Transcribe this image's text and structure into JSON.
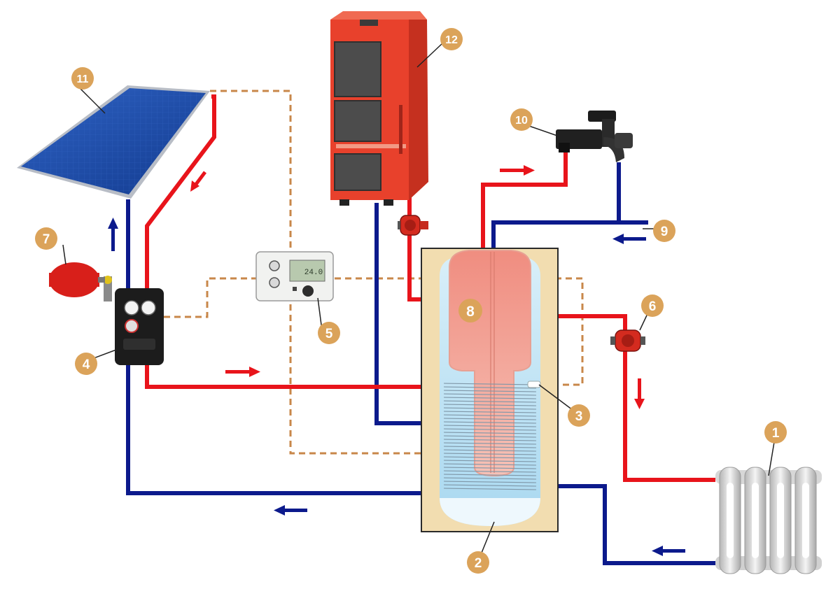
{
  "colors": {
    "hot_pipe": "#e8141b",
    "cold_pipe": "#0c1a8c",
    "signal_line": "#c8874a",
    "badge": "#dba35a",
    "tank_insulation": "#f2ddb0",
    "boiler": "#e8412c",
    "solar_panel": "#1a4aa8",
    "hot_water_zone": "#f1a497",
    "cold_water_zone": "#bfe3f5"
  },
  "components": [
    {
      "number": "1",
      "icon": "radiator-icon"
    },
    {
      "number": "2",
      "icon": "storage-tank-icon"
    },
    {
      "number": "3",
      "icon": "temperature-sensor-icon"
    },
    {
      "number": "4",
      "icon": "solar-pump-station-icon"
    },
    {
      "number": "5",
      "icon": "solar-controller-icon"
    },
    {
      "number": "6",
      "icon": "circulation-pump-icon"
    },
    {
      "number": "7",
      "icon": "expansion-vessel-icon"
    },
    {
      "number": "8",
      "icon": "inner-dhw-tank-icon"
    },
    {
      "number": "9",
      "icon": "cold-water-inlet-icon"
    },
    {
      "number": "10",
      "icon": "faucet-icon"
    },
    {
      "number": "11",
      "icon": "solar-collector-icon"
    },
    {
      "number": "12",
      "icon": "solid-fuel-boiler-icon"
    }
  ],
  "controller_display": "24.0"
}
